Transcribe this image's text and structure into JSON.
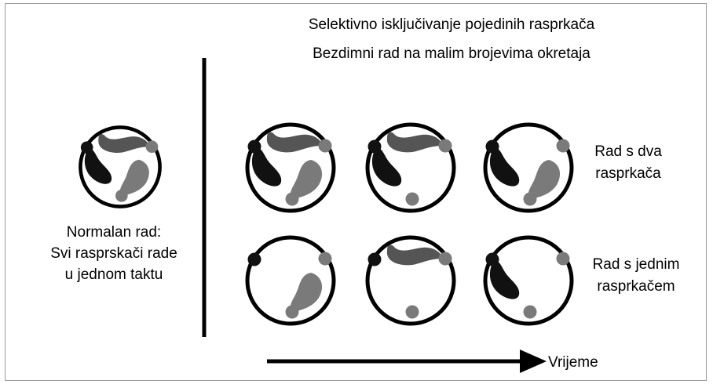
{
  "title_lines": [
    "Selektivno isključivanje pojedinih rasprkača",
    "Bezdimni rad na malim brojevima okretaja"
  ],
  "left_caption": [
    "Normalan rad:",
    "Svi rasprskači rade",
    "u jednom taktu"
  ],
  "row_top_label": [
    "Rad s dva",
    "rasprkača"
  ],
  "row_bottom_label": [
    "Rad s jednim",
    "rasprkačem"
  ],
  "arrow_label": "Vrijeme",
  "colors": {
    "black": "#111111",
    "dark_gray": "#555555",
    "gray": "#7a7a7a",
    "line": "#000000"
  },
  "cylinders": [
    {
      "id": "normal",
      "sprays": [
        "black",
        "dark_gray",
        "gray"
      ]
    },
    {
      "id": "two-1",
      "sprays": [
        "black",
        "dark_gray",
        "gray"
      ]
    },
    {
      "id": "two-2",
      "sprays": [
        "black",
        "dark_gray"
      ]
    },
    {
      "id": "two-3",
      "sprays": [
        "black",
        "gray"
      ]
    },
    {
      "id": "one-1",
      "sprays": [
        "gray"
      ]
    },
    {
      "id": "one-2",
      "sprays": [
        "dark_gray"
      ]
    },
    {
      "id": "one-3",
      "sprays": [
        "black"
      ]
    }
  ]
}
